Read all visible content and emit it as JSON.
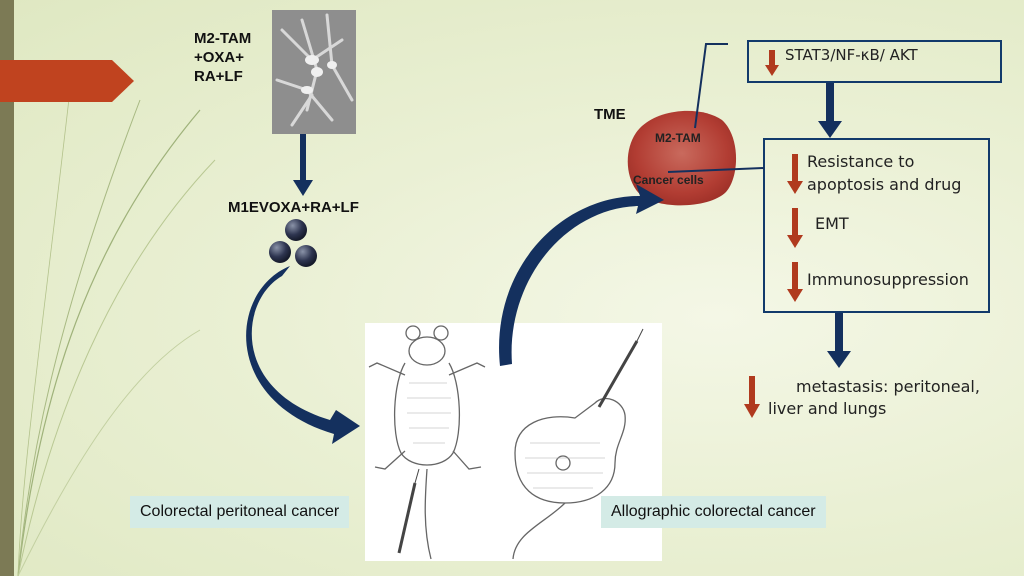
{
  "labels": {
    "m2tam_line1": "M2-TAM",
    "m2tam_line2": "+OXA+",
    "m2tam_line3": "RA+LF",
    "m1ev": "M1EVOXA+RA+LF",
    "tme": "TME",
    "tumor_m2tam": "M2-TAM",
    "tumor_cancer": "Cancer cells",
    "stat": "STAT3/NF-κB/ AKT",
    "resistance_line1": "Resistance to",
    "resistance_line2": "apoptosis and drug",
    "emt": "EMT",
    "immuno": "Immunosuppression",
    "metastasis_line1": "metastasis: peritoneal,",
    "metastasis_line2": "liver and lungs",
    "colorectal_peritoneal": "Colorectal peritoneal cancer",
    "allographic": "Allographic colorectal cancer"
  },
  "colors": {
    "navy": "#14305e",
    "red_arrow": "#b03a1e",
    "orange_tab": "#c0431f",
    "tumor": "#b8483e",
    "label_bg": "#d4ebe6"
  },
  "icons": {
    "down_arrow": "red-down-arrow-icon",
    "vesicle": "vesicle-icon",
    "tumor": "tumor-icon",
    "mouse": "mouse-icon",
    "syringe": "syringe-icon"
  }
}
